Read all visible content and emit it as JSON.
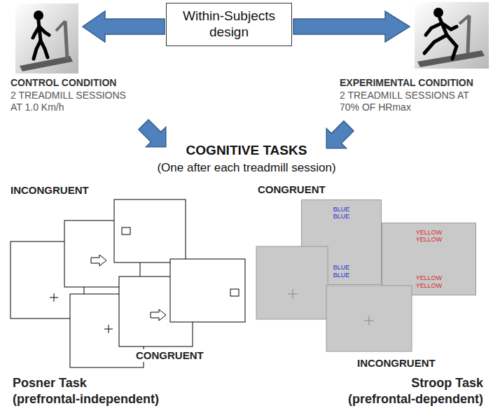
{
  "diagram": {
    "nodes": [
      {
        "text": [
          "Within-Subjects design"
        ]
      },
      {
        "text": [
          "BLUE BLUE",
          "BLUE BLUE"
        ]
      },
      {
        "text": [
          "YELLOW YELLOW",
          "YELLOW YELLOW"
        ]
      }
    ],
    "labels": [
      "CONTROL CONDITION",
      "2 TREADMILL SESSIONS AT 1.0 Km/h",
      "EXPERIMENTAL CONDITION",
      "2 TREADMILL SESSIONS AT 70% OF HRmax",
      "COGNITIVE TASKS",
      "(One after each treadmill session)",
      "INCONGRUENT",
      "CONGRUENT",
      "CONGRUENT",
      "INCONGRUENT",
      "Posner Task",
      "(prefrontal-independent)",
      "Stroop Task",
      "(prefrontal-dependent)"
    ]
  }
}
